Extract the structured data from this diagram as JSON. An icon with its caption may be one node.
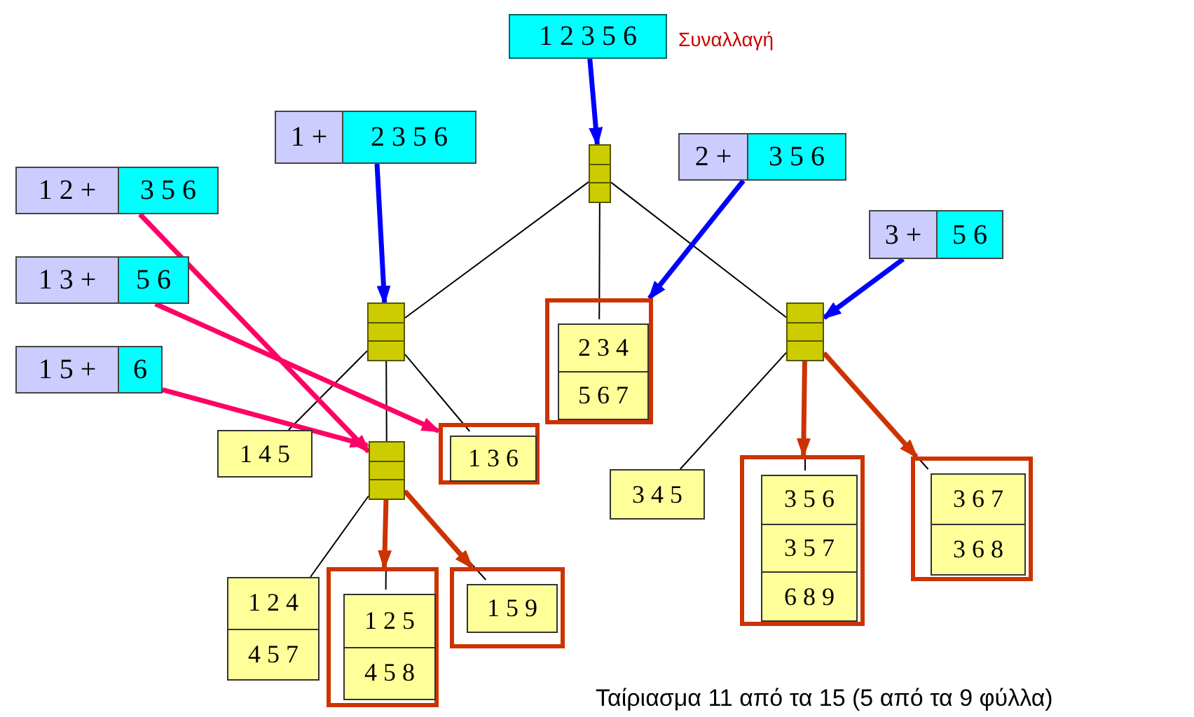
{
  "diagram": {
    "caption": "Ταίριασμα 11 από τα 15 (5 από τα 9 φύλλα)",
    "nodes": [
      {
        "text": [
          "1 2 3 5 6"
        ],
        "beside": [
          "Συναλλαγή"
        ]
      },
      {
        "text": [
          "1 +",
          "2 3 5 6"
        ]
      },
      {
        "text": [
          "2 +",
          "3 5 6"
        ]
      },
      {
        "text": [
          "3 +",
          "5 6"
        ]
      },
      {
        "text": [
          "1 2 +",
          "3 5 6"
        ]
      },
      {
        "text": [
          "1 3 +",
          "5 6"
        ]
      },
      {
        "text": [
          "1 5 +",
          "6"
        ]
      },
      {
        "text": [],
        "shape": "box"
      },
      {
        "text": [],
        "shape": "box"
      },
      {
        "text": [],
        "shape": "box"
      },
      {
        "text": [],
        "shape": "box"
      },
      {
        "text": [],
        "shape": "box"
      },
      {
        "text": [
          "2 3 4",
          "5 6 7"
        ],
        "in": 11
      },
      {
        "text": [
          "1 4 5"
        ]
      },
      {
        "text": [],
        "shape": "box"
      },
      {
        "text": [
          "1 3 6"
        ],
        "in": 14
      },
      {
        "text": [
          "3 4 5"
        ]
      },
      {
        "text": [],
        "shape": "box"
      },
      {
        "text": [
          "3 5 6",
          "3 5 7",
          "6 8 9"
        ],
        "in": 17
      },
      {
        "text": [],
        "shape": "box"
      },
      {
        "text": [
          "3 6 7",
          "3 6 8"
        ],
        "in": 19
      },
      {
        "text": [
          "1 2 4",
          "4 5 7"
        ]
      },
      {
        "text": [],
        "shape": "box"
      },
      {
        "text": [
          "1 2 5",
          "4 5 8"
        ],
        "in": 22
      },
      {
        "text": [],
        "shape": "box"
      },
      {
        "text": [
          "1 5 9"
        ],
        "in": 24
      }
    ],
    "edges": [
      {
        "from": 7,
        "to": 8,
        "arrow": "none"
      },
      {
        "from": 7,
        "to": 12,
        "arrow": "none"
      },
      {
        "from": 7,
        "to": 9,
        "arrow": "none"
      },
      {
        "from": 8,
        "to": 13,
        "arrow": "none"
      },
      {
        "from": 8,
        "to": 10,
        "arrow": "none"
      },
      {
        "from": 8,
        "to": 15,
        "arrow": "none"
      },
      {
        "from": 9,
        "to": 16,
        "arrow": "none"
      },
      {
        "from": 9,
        "to": 18,
        "arrow": "none"
      },
      {
        "from": 9,
        "to": 20,
        "arrow": "none"
      },
      {
        "from": 10,
        "to": 21,
        "arrow": "none"
      },
      {
        "from": 10,
        "to": 23,
        "arrow": "none"
      },
      {
        "from": 10,
        "to": 25,
        "arrow": "none"
      },
      {
        "from": 0,
        "to": 7,
        "arrow": "to",
        "style": "thick",
        "color": "#0000ff"
      },
      {
        "from": 1,
        "to": 8,
        "arrow": "to",
        "style": "thick",
        "color": "#0000ff"
      },
      {
        "from": 2,
        "to": 11,
        "arrow": "to",
        "style": "thick",
        "color": "#0000ff"
      },
      {
        "from": 3,
        "to": 9,
        "arrow": "to",
        "style": "thick",
        "color": "#0000ff"
      },
      {
        "from": 4,
        "to": 10,
        "arrow": "to",
        "style": "thick",
        "color": "#ff0066"
      },
      {
        "from": 5,
        "to": 14,
        "arrow": "to",
        "style": "thick",
        "color": "#ff0066"
      },
      {
        "from": 6,
        "to": 10,
        "arrow": "to",
        "style": "thick",
        "color": "#ff0066"
      },
      {
        "from": 9,
        "to": 17,
        "arrow": "to",
        "style": "thick",
        "color": "#cc3300"
      },
      {
        "from": 9,
        "to": 19,
        "arrow": "to",
        "style": "thick",
        "color": "#cc3300"
      },
      {
        "from": 10,
        "to": 22,
        "arrow": "to",
        "style": "thick",
        "color": "#cc3300"
      },
      {
        "from": 10,
        "to": 24,
        "arrow": "to",
        "style": "thick",
        "color": "#cc3300"
      }
    ]
  }
}
